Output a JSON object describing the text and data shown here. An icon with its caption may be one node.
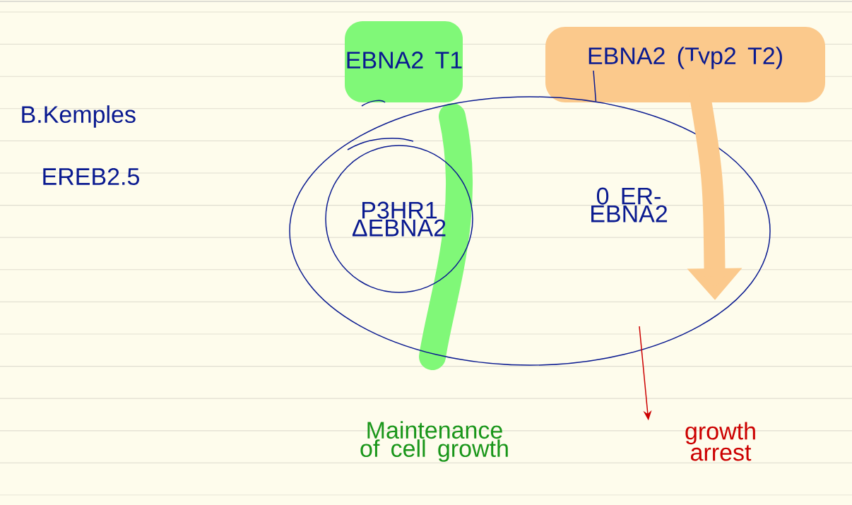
{
  "diagram": {
    "nodes": [
      {
        "text": [
          "0 ER-EBNA2"
        ]
      },
      {
        "text": [
          "P3HR1 ΔEBNA2"
        ],
        "in": 0
      },
      {
        "text": [
          "EBNA2 T1"
        ]
      },
      {
        "text": [
          "EBNA2 (Typ2 T2)"
        ]
      },
      {
        "text": [
          "Maintenance of cell growth"
        ]
      },
      {
        "text": [
          "growth arrest"
        ]
      }
    ],
    "edges": [
      {
        "from": 3,
        "to": 0,
        "arrow": "none"
      },
      {
        "from": 3,
        "to": 0,
        "arrow": "to",
        "style": "thick",
        "color": "#fbc98c"
      },
      {
        "from": 0,
        "to": 5,
        "arrow": "to",
        "color": "#cc0000"
      }
    ],
    "labels": [
      "B.Kemples",
      "EREB2.5"
    ]
  }
}
